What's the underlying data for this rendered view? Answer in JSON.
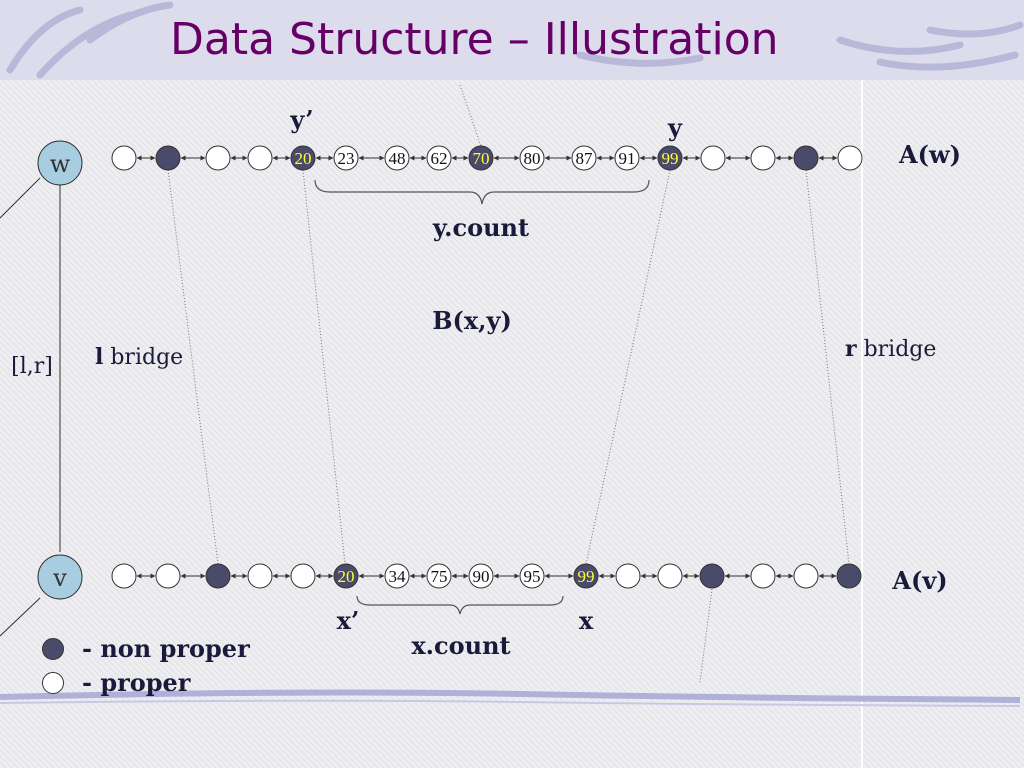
{
  "title": "Data Structure – Illustration",
  "nodes": {
    "w": "w",
    "v": "v"
  },
  "interval": "[l,r]",
  "lists": {
    "top": {
      "label": "A(w)",
      "cells": [
        {
          "kind": "empty"
        },
        {
          "kind": "filled"
        },
        {
          "kind": "empty"
        },
        {
          "kind": "empty"
        },
        {
          "kind": "filled",
          "value": "20"
        },
        {
          "kind": "empty",
          "value": "23"
        },
        {
          "kind": "empty",
          "value": "48"
        },
        {
          "kind": "empty",
          "value": "62"
        },
        {
          "kind": "filled",
          "value": "70"
        },
        {
          "kind": "empty",
          "value": "80"
        },
        {
          "kind": "empty",
          "value": "87"
        },
        {
          "kind": "empty",
          "value": "91"
        },
        {
          "kind": "filled",
          "value": "99"
        },
        {
          "kind": "empty"
        },
        {
          "kind": "empty"
        },
        {
          "kind": "filled"
        },
        {
          "kind": "empty"
        }
      ]
    },
    "bottom": {
      "label": "A(v)",
      "cells": [
        {
          "kind": "empty"
        },
        {
          "kind": "empty"
        },
        {
          "kind": "filled"
        },
        {
          "kind": "empty"
        },
        {
          "kind": "empty"
        },
        {
          "kind": "filled",
          "value": "20"
        },
        {
          "kind": "empty",
          "value": "34"
        },
        {
          "kind": "empty",
          "value": "75"
        },
        {
          "kind": "empty",
          "value": "90"
        },
        {
          "kind": "empty",
          "value": "95"
        },
        {
          "kind": "filled",
          "value": "99"
        },
        {
          "kind": "empty"
        },
        {
          "kind": "empty"
        },
        {
          "kind": "filled"
        },
        {
          "kind": "empty"
        },
        {
          "kind": "empty"
        },
        {
          "kind": "filled"
        }
      ]
    }
  },
  "labels": {
    "y_prime": "y’",
    "y": "y",
    "y_count": "y.count",
    "bxy": "B(x,y)",
    "l_bold": "l",
    "l_rest": " bridge",
    "r_bold": "r",
    "r_rest": " bridge",
    "x_prime": "x’",
    "x": "x",
    "x_count": "x.count"
  },
  "legend": {
    "non_proper": "- non proper",
    "proper": "- proper"
  },
  "colors": {
    "filled": "#4a4a6a",
    "filled_text": "#ffff33",
    "empty": "#ffffff",
    "title": "#660066",
    "node": "#a8cce0"
  }
}
